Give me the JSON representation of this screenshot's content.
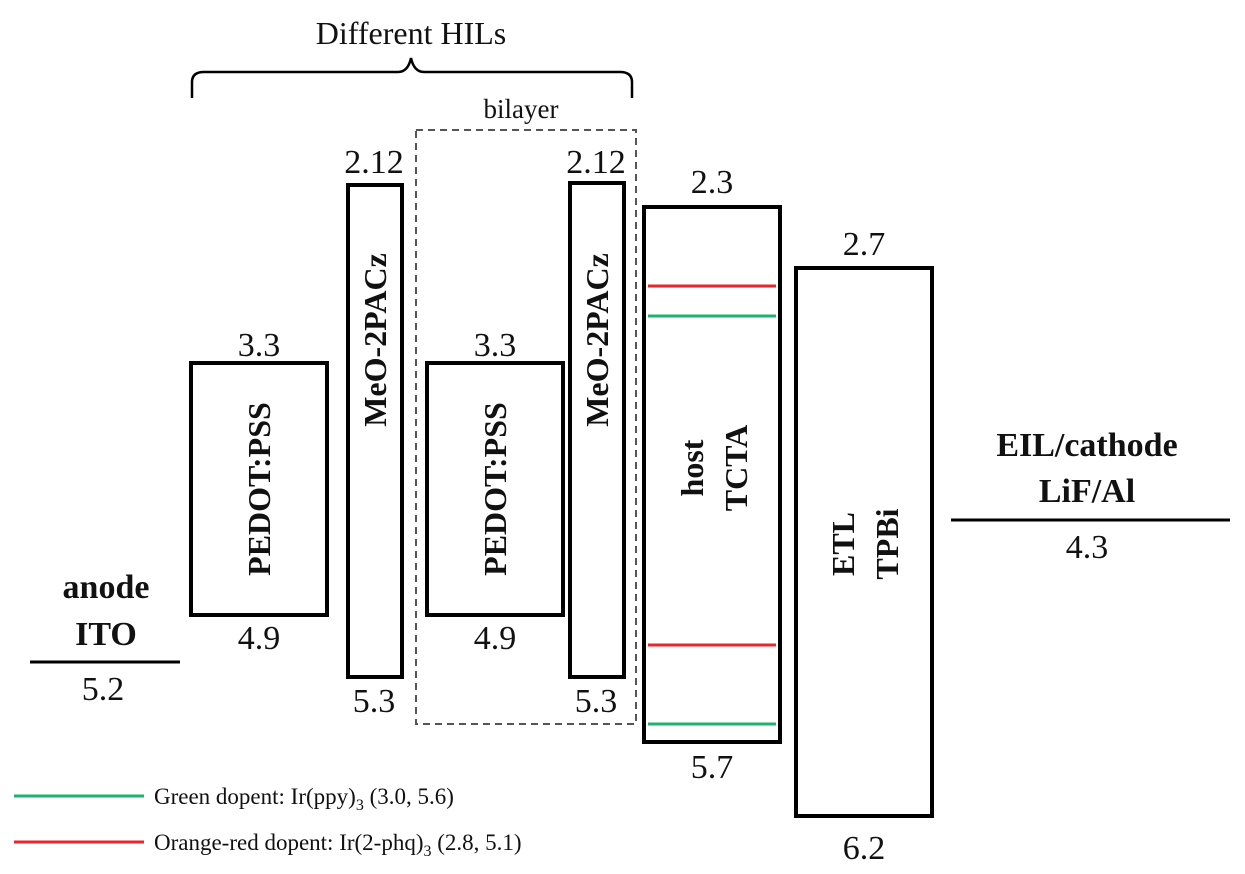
{
  "header": {
    "title": "Different HILs",
    "bilayer_label": "bilayer"
  },
  "anode": {
    "line1": "anode",
    "line2": "ITO",
    "level": "5.2"
  },
  "cathode": {
    "line1": "EIL/cathode",
    "line2": "LiF/Al",
    "level": "4.3"
  },
  "layers": {
    "pedot1": {
      "label": "PEDOT:PSS",
      "top": "3.3",
      "bottom": "4.9"
    },
    "meo1": {
      "label": "MeO-2PACz",
      "top": "2.12",
      "bottom": "5.3"
    },
    "pedot2": {
      "label": "PEDOT:PSS",
      "top": "3.3",
      "bottom": "4.9"
    },
    "meo2": {
      "label": "MeO-2PACz",
      "top": "2.12",
      "bottom": "5.3"
    },
    "host": {
      "label1": "host",
      "label2": "TCTA",
      "top": "2.3",
      "bottom": "5.7"
    },
    "etl": {
      "label1": "ETL",
      "label2": "TPBi",
      "top": "2.7",
      "bottom": "6.2"
    }
  },
  "legend": {
    "green": {
      "prefix": "Green dopent: Ir(ppy)",
      "sub": "3",
      "suffix": " (3.0, 5.6)",
      "color": "#1db36b"
    },
    "orange": {
      "prefix": "Orange-red dopent: Ir(2-phq)",
      "sub": "3",
      "suffix": " (2.8, 5.1)",
      "color": "#e8262b"
    }
  }
}
